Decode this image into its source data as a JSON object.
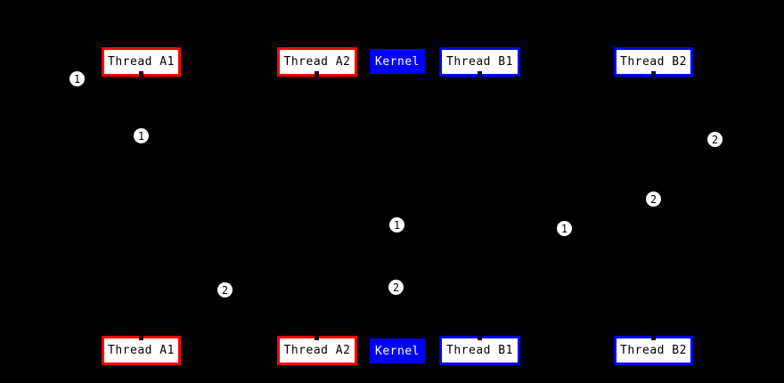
{
  "diagram": {
    "type": "sequence-diagram",
    "background": "#000000",
    "colors": {
      "thread_a_border": "#ff0000",
      "thread_b_border": "#0000ff",
      "kernel_fill": "#0000ff",
      "kernel_text": "#ffffff",
      "box_fill": "#ffffff",
      "box_text": "#000000",
      "marker_fill": "#ffffff",
      "marker_text": "#000000"
    },
    "actors": [
      {
        "id": "thread-a1",
        "label": "Thread A1",
        "style": "outlined-red"
      },
      {
        "id": "thread-a2",
        "label": "Thread A2",
        "style": "outlined-red"
      },
      {
        "id": "kernel",
        "label": "Kernel",
        "style": "filled-blue"
      },
      {
        "id": "thread-b1",
        "label": "Thread B1",
        "style": "outlined-blue"
      },
      {
        "id": "thread-b2",
        "label": "Thread B2",
        "style": "outlined-blue"
      }
    ],
    "markers": [
      {
        "label": "1",
        "near": "left of Thread A1 top"
      },
      {
        "label": "1",
        "near": "Thread A1 lifeline"
      },
      {
        "label": "2",
        "near": "right of Thread B2"
      },
      {
        "label": "2",
        "near": "Thread B2 lifeline"
      },
      {
        "label": "1",
        "near": "Kernel lifeline upper"
      },
      {
        "label": "1",
        "near": "between Thread B1 and B2"
      },
      {
        "label": "2",
        "near": "Kernel lifeline lower"
      },
      {
        "label": "2",
        "near": "between Thread A1 and A2"
      }
    ]
  }
}
